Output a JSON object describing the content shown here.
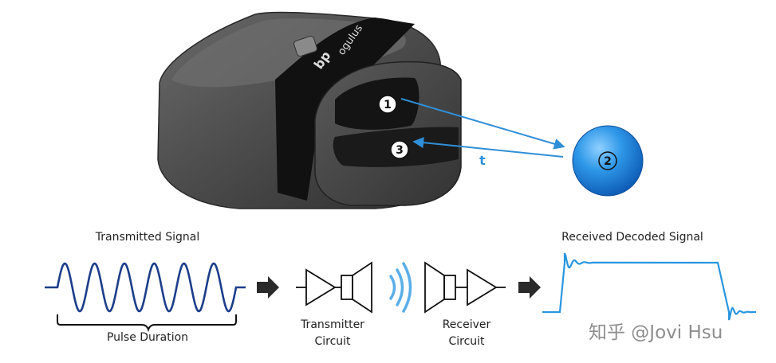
{
  "callouts": {
    "emitter": "1",
    "target": "2",
    "receiver": "3",
    "time": "t"
  },
  "device_text": {
    "brand": "bp",
    "product": "ogulus"
  },
  "labels": {
    "transmitted_signal": "Transmitted Signal",
    "pulse_duration": "Pulse Duration",
    "transmitter_line1": "Transmitter",
    "transmitter_line2": "Circuit",
    "receiver_line1": "Receiver",
    "receiver_line2": "Circuit",
    "received_signal": "Received Decoded Signal"
  },
  "watermark": "知乎 @Jovi Hsu",
  "colors": {
    "accent_blue": "#2f8fd8",
    "wave_navy": "#1b3d8a",
    "received_blue": "#2996e0",
    "device_dark": "#4a4a4a",
    "band_black": "#111111",
    "arrow_dark": "#2a2a2a"
  }
}
